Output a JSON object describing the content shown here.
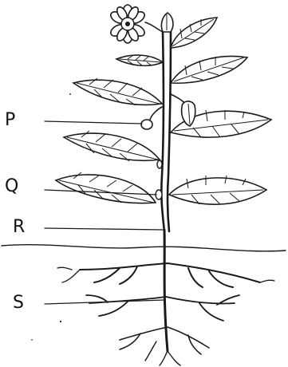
{
  "labels": {
    "p": "P",
    "q": "Q",
    "r": "R",
    "s": "S"
  }
}
